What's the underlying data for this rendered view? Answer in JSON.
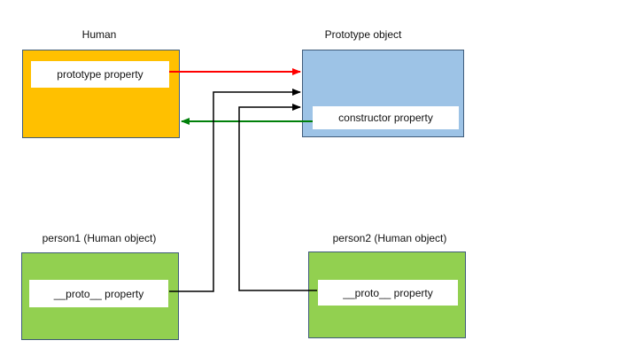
{
  "human": {
    "title": "Human",
    "prototype_slot": "prototype property",
    "color": "#ffc000"
  },
  "prototype_object": {
    "title": "Prototype object",
    "constructor_slot": "constructor property",
    "color": "#9dc3e6"
  },
  "person1": {
    "title": "person1 (Human object)",
    "proto_slot": "__proto__ property",
    "color": "#92d050"
  },
  "person2": {
    "title": "person2 (Human object)",
    "proto_slot": "__proto__ property",
    "color": "#92d050"
  },
  "arrow_colors": {
    "prototype_link": "#ff0000",
    "constructor_link": "#00800a",
    "proto_links": "#000000"
  }
}
